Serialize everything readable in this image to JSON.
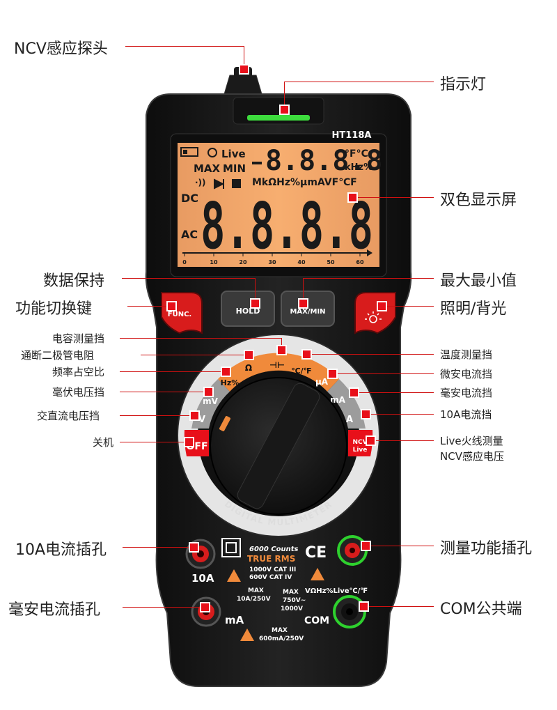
{
  "device": {
    "model": "HT118A",
    "dial_ring_text": "DIGITAL MULTIMETER",
    "counts": "6000 Counts",
    "true_rms": "TRUE RMS",
    "cat_line1": "1000V CAT III",
    "cat_line2": "600V CAT IV",
    "ce_mark": "CE",
    "port_10a": "10A",
    "port_10a_max": "MAX",
    "port_10a_rating": "10A/250V",
    "port_ma": "mA",
    "port_ma_max": "MAX",
    "port_ma_rating": "600mA/250V",
    "port_com": "COM",
    "v_max": "MAX",
    "v_rating1": "750V~",
    "v_rating2": "1000V",
    "v_funcs": "VΩHz%Live℃/℉"
  },
  "buttons": {
    "func": "FUNC.",
    "hold": "HOLD",
    "maxmin": "MAX/MIN"
  },
  "lcd": {
    "live": "Live",
    "max": "MAX",
    "min": "MIN",
    "top_digits": "8.8.8.8",
    "unit_f_c": "°F°C",
    "unit_khz": "kHz%",
    "unit_row": "MkΩHz%μmAVF℃F",
    "dc": "DC",
    "ac": "AC",
    "main_digits": "8.8.8.8",
    "scale_ticks": [
      "0",
      "10",
      "20",
      "30",
      "40",
      "50",
      "60"
    ]
  },
  "dial": {
    "off": "OFF",
    "v": "V",
    "mv": "mV",
    "hz": "Hz%",
    "ohm": "Ω",
    "cap": "⊣⊢",
    "temp": "℃/℉",
    "ua": "μA",
    "ma": "mA",
    "a": "A",
    "ncv1": "NCV",
    "ncv2": "Live"
  },
  "callouts": {
    "ncv_probe": "NCV感应探头",
    "indicator": "指示灯",
    "display": "双色显示屏",
    "data_hold": "数据保持",
    "max_min": "最大最小值",
    "func_key": "功能切换键",
    "backlight": "照明/背光",
    "cap": "电容测量挡",
    "cont_diode": "通断二极管电阻",
    "freq_duty": "频率占空比",
    "mv": "毫伏电压挡",
    "acdc_v": "交直流电压挡",
    "off": "关机",
    "temp": "温度测量挡",
    "ua": "微安电流挡",
    "ma": "毫安电流挡",
    "a10": "10A电流挡",
    "live1": "Live火线测量",
    "live2": "NCV感应电压",
    "jack10a": "10A电流插孔",
    "jack_meas": "测量功能插孔",
    "jack_ma": "毫安电流插孔",
    "jack_com": "COM公共端"
  },
  "colors": {
    "accent": "#e8101a",
    "lcd_orange": "#f5a15d",
    "body": "#1b1b1b",
    "indicator_green": "#3ddc3d"
  }
}
